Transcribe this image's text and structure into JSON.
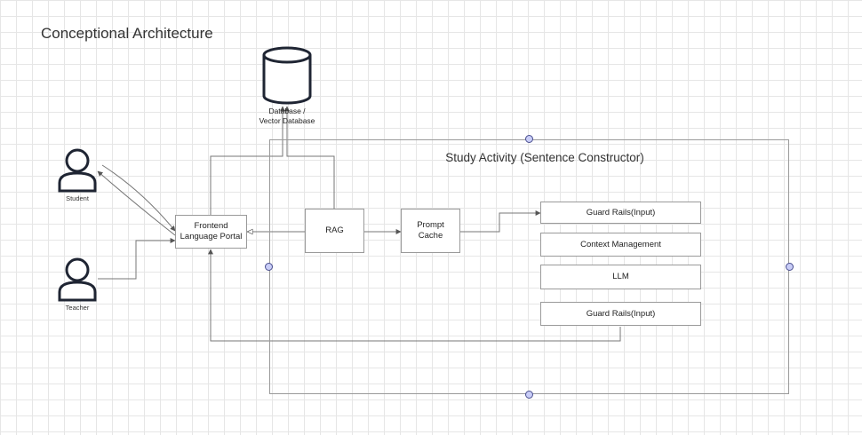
{
  "diagram": {
    "title": "Conceptional Architecture",
    "actors": {
      "student": "Student",
      "teacher": "Teacher"
    },
    "database": {
      "line1": "Database /",
      "line2": "Vector Database"
    },
    "container_title": "Study Activity (Sentence Constructor)",
    "nodes": {
      "frontend_line1": "Frontend",
      "frontend_line2": "Language Portal",
      "rag": "RAG",
      "prompt_cache_line1": "Prompt",
      "prompt_cache_line2": "Cache",
      "guard_rails_in": "Guard Rails(Input)",
      "context_management": "Context Management",
      "llm": "LLM",
      "guard_rails_out": "Guard Rails(Input)"
    }
  }
}
